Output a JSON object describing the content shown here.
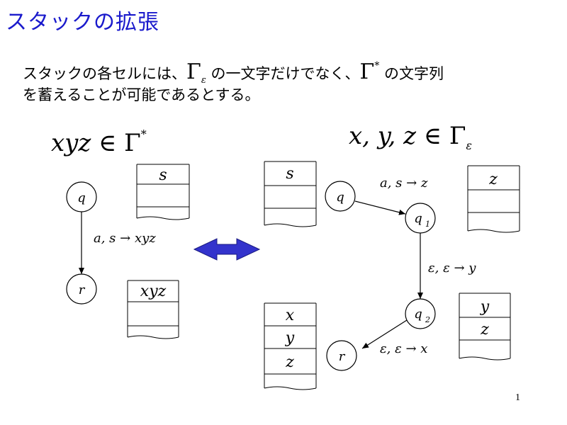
{
  "title": "スタックの拡張",
  "line1_a": "スタックの各セルには、",
  "gamma": "Γ",
  "epsilon_sub": "ε",
  "line1_b": " の一文字だけでなく、",
  "star": "*",
  "line1_c": " の文字列",
  "line2": "を蓄えることが可能であるとする。",
  "left_cond_var": "xyz",
  "elem_of": "∈",
  "right_cond_vars": "x, y, z",
  "states": {
    "q": "q",
    "q1": "q",
    "q1_sub": "1",
    "q2": "q",
    "q2_sub": "2",
    "r": "r"
  },
  "transitions": {
    "left": "a, s → xyz",
    "right_q_q1": "a, s → z",
    "right_q1_q2": "ε, ε → y",
    "right_q2_r": "ε, ε → x"
  },
  "stacks": {
    "left_top": "s",
    "left_bottom": "xyz",
    "mid_top": "s",
    "mid_bottom": [
      "x",
      "y",
      "z"
    ],
    "right_top": "z",
    "right_mid": [
      "y",
      "z"
    ]
  },
  "colors": {
    "title": "#1a1acc",
    "arrow_fill": "#3333cc"
  },
  "page_number": "1"
}
